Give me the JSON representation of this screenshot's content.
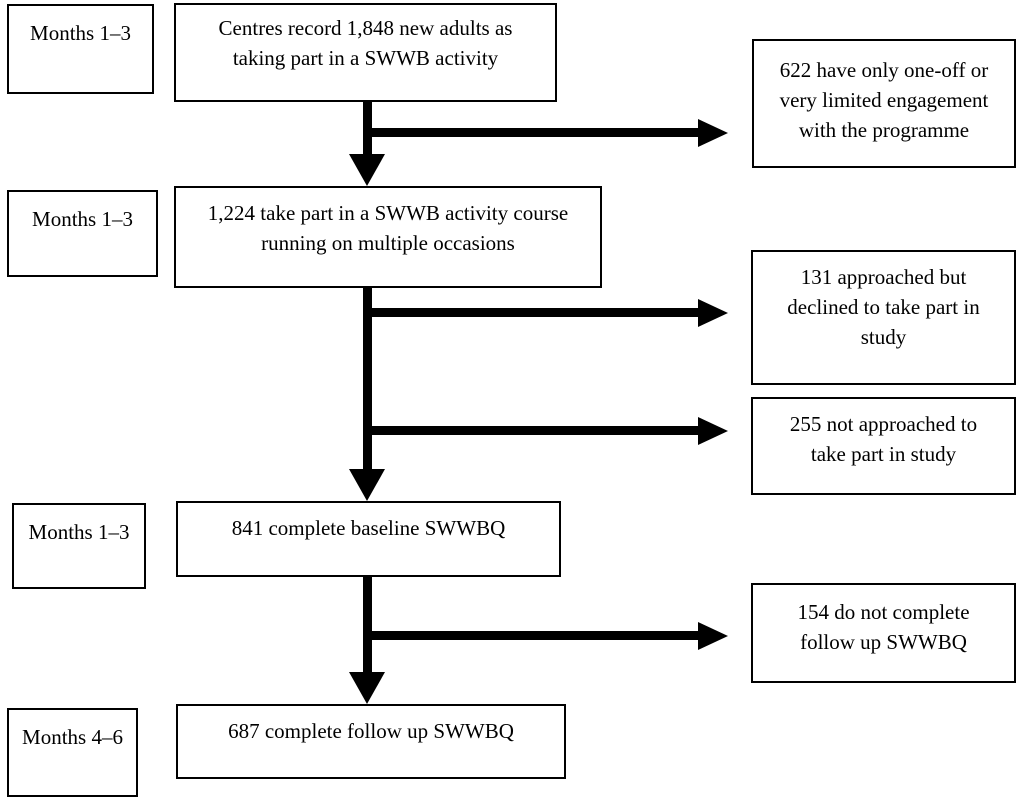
{
  "flowchart": {
    "timeline_labels": {
      "row1": "Months 1–3",
      "row2": "Months 1–3",
      "row3": "Months 1–3",
      "row4": "Months 4–6"
    },
    "main_steps": {
      "step1": "Centres record 1,848 new adults as\ntaking part in a SWWB activity",
      "step2": "1,224 take part in a SWWB activity course\nrunning on multiple occasions",
      "step3": "841 complete baseline SWWBQ",
      "step4": "687 complete follow up SWWBQ"
    },
    "exclusions": {
      "excl1": "622 have only one-off or\nvery limited engagement\nwith the programme",
      "excl2": "131 approached but\ndeclined to take part in\nstudy",
      "excl3": "255 not approached to\ntake part in study",
      "excl4": "154 do not complete\nfollow up SWWBQ"
    },
    "counts": {
      "recorded": 1848,
      "multiple_occasions": 1224,
      "baseline_complete": 841,
      "followup_complete": 687,
      "one_off_engagement": 622,
      "declined": 131,
      "not_approached": 255,
      "no_followup": 154
    },
    "colors": {
      "background": "#ffffff",
      "box_border": "#000000",
      "arrow": "#000000",
      "text": "#000000"
    }
  }
}
